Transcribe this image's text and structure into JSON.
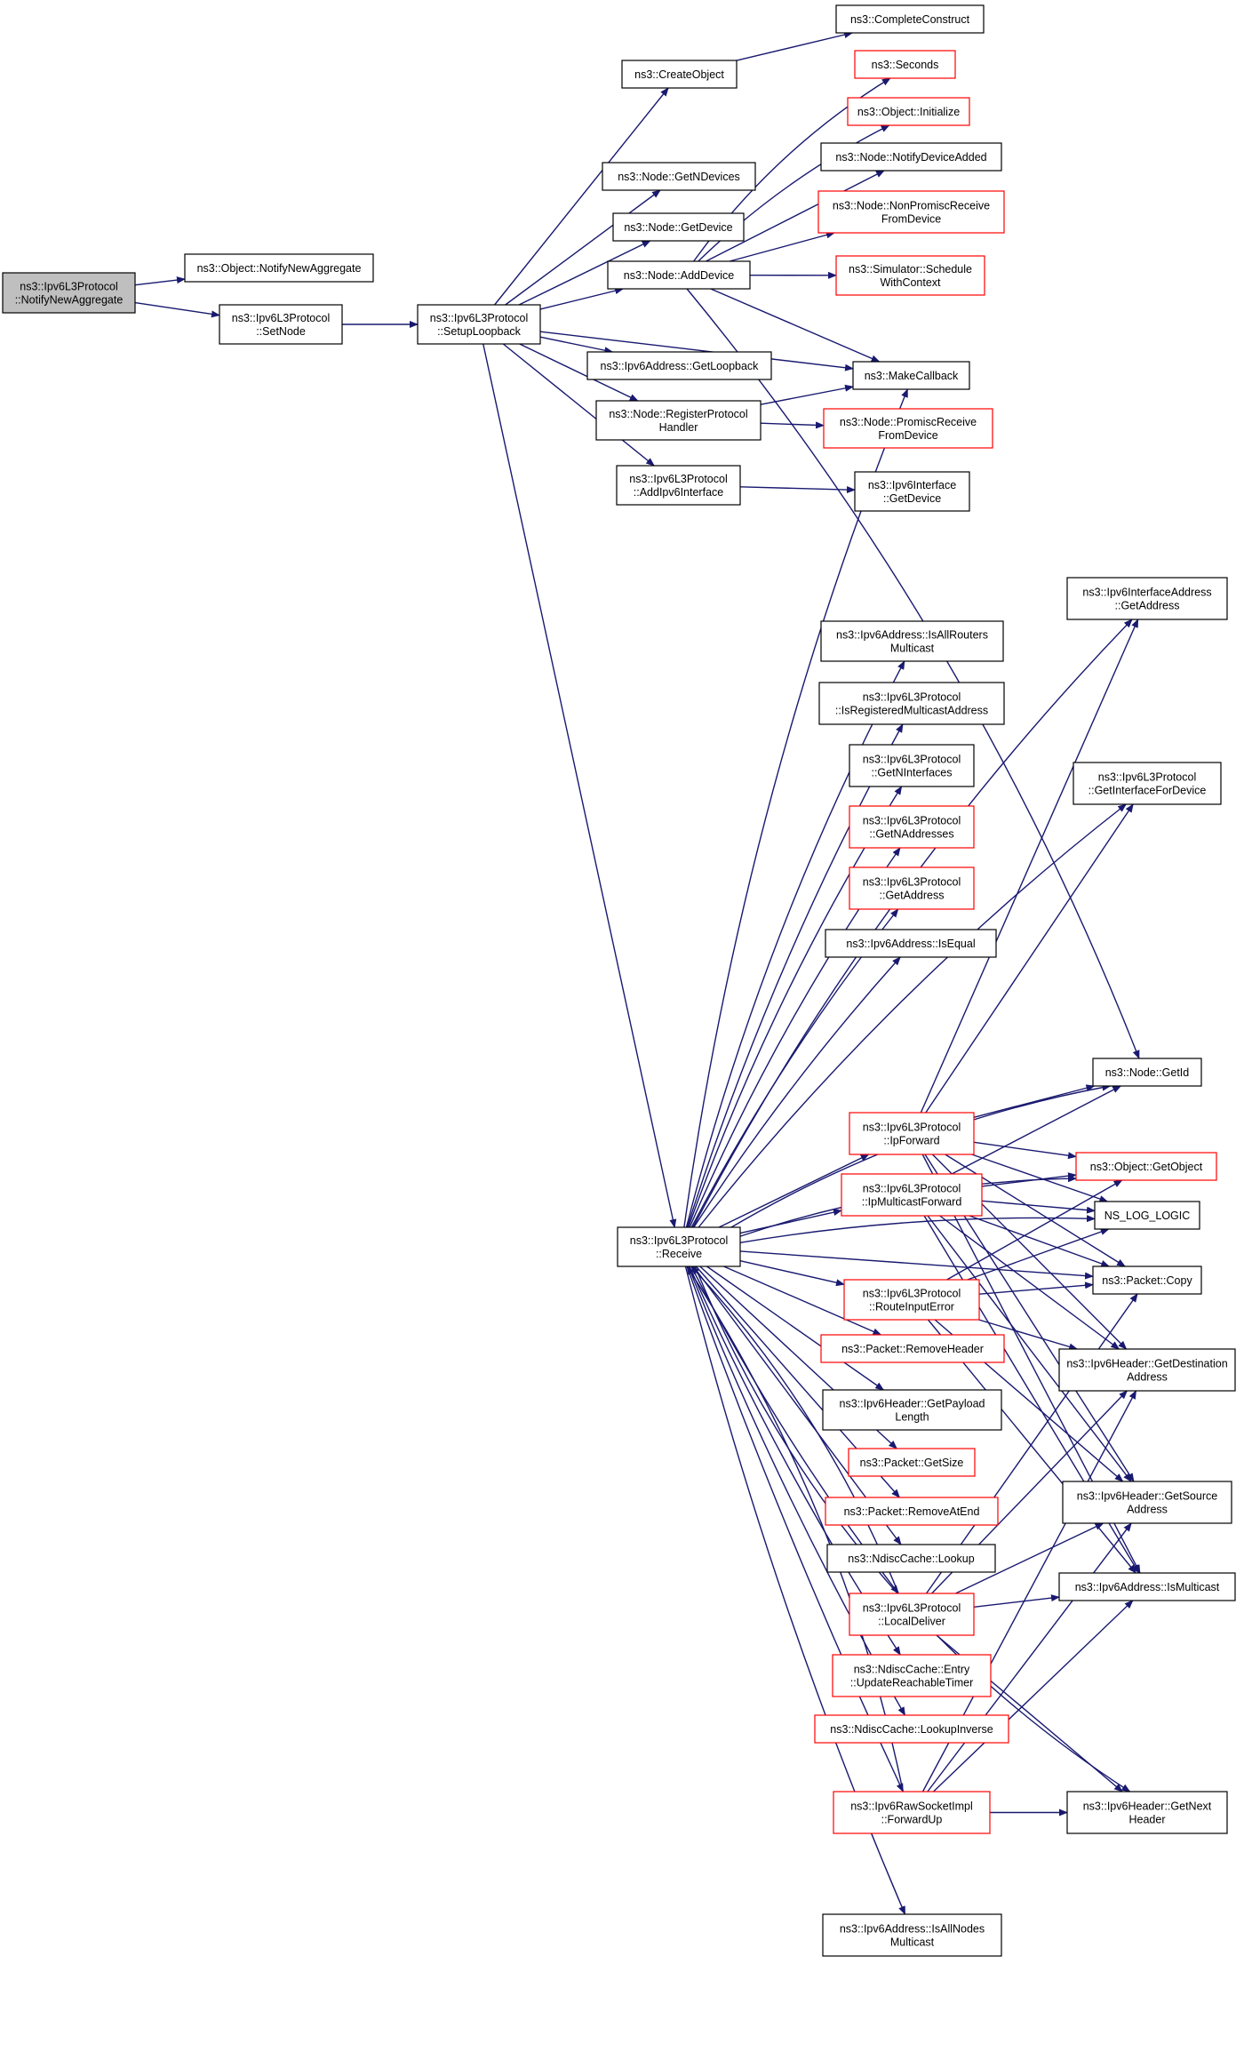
{
  "graph": {
    "colors": {
      "edge": "#191970",
      "root_fill": "#bfbfbf",
      "node_border": "#000000",
      "undocumented_border": "#ff0000",
      "background": "#ffffff"
    },
    "nodes": [
      {
        "id": "root",
        "lines": [
          "ns3::Ipv6L3Protocol",
          "::NotifyNewAggregate"
        ],
        "kind": "root"
      },
      {
        "id": "obj_notify",
        "lines": [
          "ns3::Object::NotifyNewAggregate"
        ],
        "kind": "normal"
      },
      {
        "id": "setnode",
        "lines": [
          "ns3::Ipv6L3Protocol",
          "::SetNode"
        ],
        "kind": "normal"
      },
      {
        "id": "setuploop",
        "lines": [
          "ns3::Ipv6L3Protocol",
          "::SetupLoopback"
        ],
        "kind": "normal"
      },
      {
        "id": "createobj",
        "lines": [
          "ns3::CreateObject"
        ],
        "kind": "normal"
      },
      {
        "id": "completeconstruct",
        "lines": [
          "ns3::CompleteConstruct"
        ],
        "kind": "normal"
      },
      {
        "id": "seconds",
        "lines": [
          "ns3::Seconds"
        ],
        "kind": "red"
      },
      {
        "id": "obj_init",
        "lines": [
          "ns3::Object::Initialize"
        ],
        "kind": "red"
      },
      {
        "id": "getndevices",
        "lines": [
          "ns3::Node::GetNDevices"
        ],
        "kind": "normal"
      },
      {
        "id": "notifydevadded",
        "lines": [
          "ns3::Node::NotifyDeviceAdded"
        ],
        "kind": "normal"
      },
      {
        "id": "nonpromisc",
        "lines": [
          "ns3::Node::NonPromiscReceive",
          "FromDevice"
        ],
        "kind": "red"
      },
      {
        "id": "getdevice",
        "lines": [
          "ns3::Node::GetDevice"
        ],
        "kind": "normal"
      },
      {
        "id": "adddevice",
        "lines": [
          "ns3::Node::AddDevice"
        ],
        "kind": "normal"
      },
      {
        "id": "schedctx",
        "lines": [
          "ns3::Simulator::Schedule",
          "WithContext"
        ],
        "kind": "red"
      },
      {
        "id": "getloopback",
        "lines": [
          "ns3::Ipv6Address::GetLoopback"
        ],
        "kind": "normal"
      },
      {
        "id": "makecallback",
        "lines": [
          "ns3::MakeCallback"
        ],
        "kind": "normal"
      },
      {
        "id": "regproto",
        "lines": [
          "ns3::Node::RegisterProtocol",
          "Handler"
        ],
        "kind": "normal"
      },
      {
        "id": "promiscrecv",
        "lines": [
          "ns3::Node::PromiscReceive",
          "FromDevice"
        ],
        "kind": "red"
      },
      {
        "id": "addipv6if",
        "lines": [
          "ns3::Ipv6L3Protocol",
          "::AddIpv6Interface"
        ],
        "kind": "normal"
      },
      {
        "id": "ifgetdevice",
        "lines": [
          "ns3::Ipv6Interface",
          "::GetDevice"
        ],
        "kind": "normal"
      },
      {
        "id": "ifaddrgetaddr",
        "lines": [
          "ns3::Ipv6InterfaceAddress",
          "::GetAddress"
        ],
        "kind": "normal"
      },
      {
        "id": "isallrouters",
        "lines": [
          "ns3::Ipv6Address::IsAllRouters",
          "Multicast"
        ],
        "kind": "normal"
      },
      {
        "id": "isregmcast",
        "lines": [
          "ns3::Ipv6L3Protocol",
          "::IsRegisteredMulticastAddress"
        ],
        "kind": "normal"
      },
      {
        "id": "getifordevice",
        "lines": [
          "ns3::Ipv6L3Protocol",
          "::GetInterfaceForDevice"
        ],
        "kind": "normal"
      },
      {
        "id": "getninterfaces",
        "lines": [
          "ns3::Ipv6L3Protocol",
          "::GetNInterfaces"
        ],
        "kind": "normal"
      },
      {
        "id": "getnaddresses",
        "lines": [
          "ns3::Ipv6L3Protocol",
          "::GetNAddresses"
        ],
        "kind": "red"
      },
      {
        "id": "getaddress",
        "lines": [
          "ns3::Ipv6L3Protocol",
          "::GetAddress"
        ],
        "kind": "red"
      },
      {
        "id": "isequal",
        "lines": [
          "ns3::Ipv6Address::IsEqual"
        ],
        "kind": "normal"
      },
      {
        "id": "getid",
        "lines": [
          "ns3::Node::GetId"
        ],
        "kind": "normal"
      },
      {
        "id": "ipforward",
        "lines": [
          "ns3::Ipv6L3Protocol",
          "::IpForward"
        ],
        "kind": "red"
      },
      {
        "id": "getobject",
        "lines": [
          "ns3::Object::GetObject"
        ],
        "kind": "red"
      },
      {
        "id": "ipmcastfwd",
        "lines": [
          "ns3::Ipv6L3Protocol",
          "::IpMulticastForward"
        ],
        "kind": "red"
      },
      {
        "id": "nslog",
        "lines": [
          "NS_LOG_LOGIC"
        ],
        "kind": "normal"
      },
      {
        "id": "receive",
        "lines": [
          "ns3::Ipv6L3Protocol",
          "::Receive"
        ],
        "kind": "normal"
      },
      {
        "id": "pktcopy",
        "lines": [
          "ns3::Packet::Copy"
        ],
        "kind": "normal"
      },
      {
        "id": "routeinerr",
        "lines": [
          "ns3::Ipv6L3Protocol",
          "::RouteInputError"
        ],
        "kind": "red"
      },
      {
        "id": "getdest",
        "lines": [
          "ns3::Ipv6Header::GetDestination",
          "Address"
        ],
        "kind": "normal"
      },
      {
        "id": "removehdr",
        "lines": [
          "ns3::Packet::RemoveHeader"
        ],
        "kind": "red"
      },
      {
        "id": "getpayload",
        "lines": [
          "ns3::Ipv6Header::GetPayload",
          "Length"
        ],
        "kind": "normal"
      },
      {
        "id": "getsize",
        "lines": [
          "ns3::Packet::GetSize"
        ],
        "kind": "red"
      },
      {
        "id": "getsrc",
        "lines": [
          "ns3::Ipv6Header::GetSource",
          "Address"
        ],
        "kind": "normal"
      },
      {
        "id": "removeatend",
        "lines": [
          "ns3::Packet::RemoveAtEnd"
        ],
        "kind": "red"
      },
      {
        "id": "ndisclookup",
        "lines": [
          "ns3::NdiscCache::Lookup"
        ],
        "kind": "normal"
      },
      {
        "id": "ismulticast",
        "lines": [
          "ns3::Ipv6Address::IsMulticast"
        ],
        "kind": "normal"
      },
      {
        "id": "localdeliver",
        "lines": [
          "ns3::Ipv6L3Protocol",
          "::LocalDeliver"
        ],
        "kind": "red"
      },
      {
        "id": "updreach",
        "lines": [
          "ns3::NdiscCache::Entry",
          "::UpdateReachableTimer"
        ],
        "kind": "red"
      },
      {
        "id": "lookupinv",
        "lines": [
          "ns3::NdiscCache::LookupInverse"
        ],
        "kind": "red"
      },
      {
        "id": "rawfwdup",
        "lines": [
          "ns3::Ipv6RawSocketImpl",
          "::ForwardUp"
        ],
        "kind": "red"
      },
      {
        "id": "getnexthdr",
        "lines": [
          "ns3::Ipv6Header::GetNext",
          "Header"
        ],
        "kind": "normal"
      },
      {
        "id": "isallnodes",
        "lines": [
          "ns3::Ipv6Address::IsAllNodes",
          "Multicast"
        ],
        "kind": "normal"
      }
    ]
  }
}
